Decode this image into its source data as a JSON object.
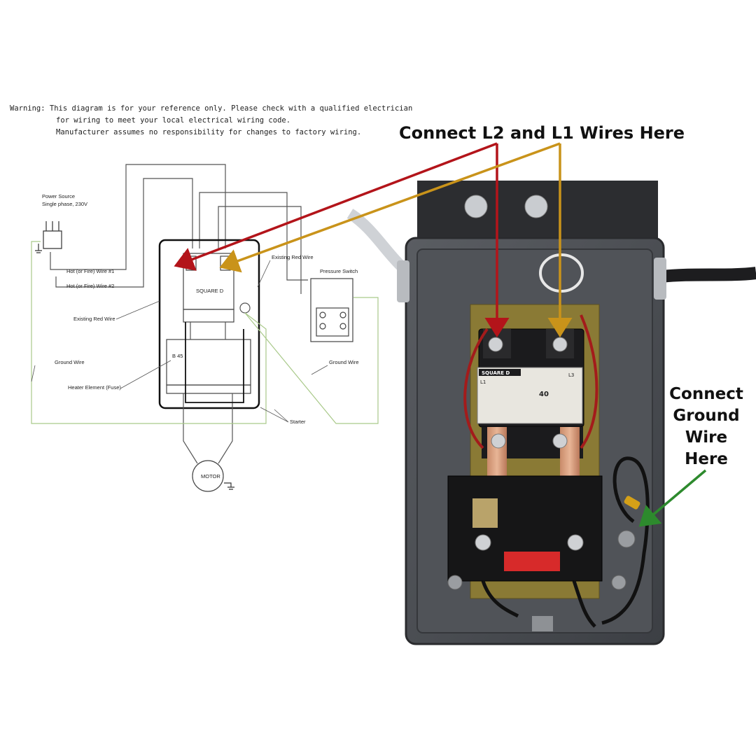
{
  "warning": {
    "line1": "Warning: This diagram is for your reference only. Please check with a qualified electrician",
    "line2": "for wiring to meet your local electrical wiring code.",
    "line3": "Manufacturer assumes no responsibility for changes to factory wiring."
  },
  "schematic": {
    "power_source": "Power Source",
    "single_phase": "Single phase, 230V",
    "hot_wire_1": "Hot (or Fire) Wire #1",
    "hot_wire_2": "Hot (or Fire) Wire #2",
    "existing_red_wire_left": "Existing Red Wire",
    "existing_red_wire_right": "Existing Red Wire",
    "square_d": "SQUARE D",
    "pressure_switch": "Pressure Switch",
    "ground_wire_left": "Ground Wire",
    "ground_wire_right": "Ground Wire",
    "heater_element": "Heater Element (Fuse)",
    "starter": "Starter",
    "motor": "MOTOR",
    "heater_code": "B 45"
  },
  "callouts": {
    "l2_l1": "Connect L2 and L1 Wires Here",
    "ground_line1": "Connect",
    "ground_line2": "Ground",
    "ground_line3": "Wire",
    "ground_line4": "Here"
  },
  "photo": {
    "brand": "SQUARE D",
    "l1": "L1",
    "l3": "L3",
    "amps": "40"
  },
  "colors": {
    "red_arrow": "#b3141a",
    "gold_arrow": "#c9931a",
    "green_arrow": "#2d8a2d",
    "ground_line": "#a9c98a",
    "enclosure": "#4a4d52"
  }
}
